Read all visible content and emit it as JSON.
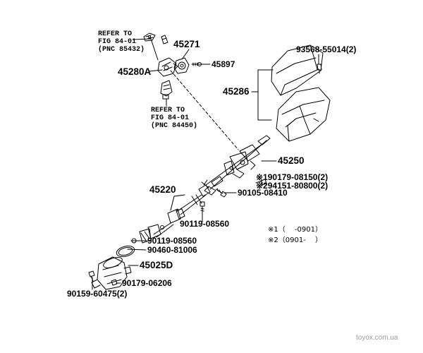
{
  "labels": {
    "ref_top": "REFER TO\nFIG 84-01\n(PNC 85432)",
    "ref_mid": "REFER TO\nFIG 84-01\n(PNC 84450)",
    "p45271": "45271",
    "p45897": "45897",
    "p45280A": "45280A",
    "p93568": "93568-55014(2)",
    "p45286": "45286",
    "p45250": "45250",
    "p190179": "※190179-08150(2)",
    "p294151": "※294151-80800(2)",
    "p90105": "90105-08410",
    "p45220": "45220",
    "p90119a": "90119-08560",
    "p90119b": "90119-08560",
    "p90460": "90460-81006",
    "p45025D": "45025D",
    "p90179": "90179-06206",
    "p90159": "90159-60475(2)"
  },
  "notes": {
    "n1": "※1（　 -0901）",
    "n2": "※2（0901-　 ）"
  },
  "watermark": "toyox.com.ua"
}
